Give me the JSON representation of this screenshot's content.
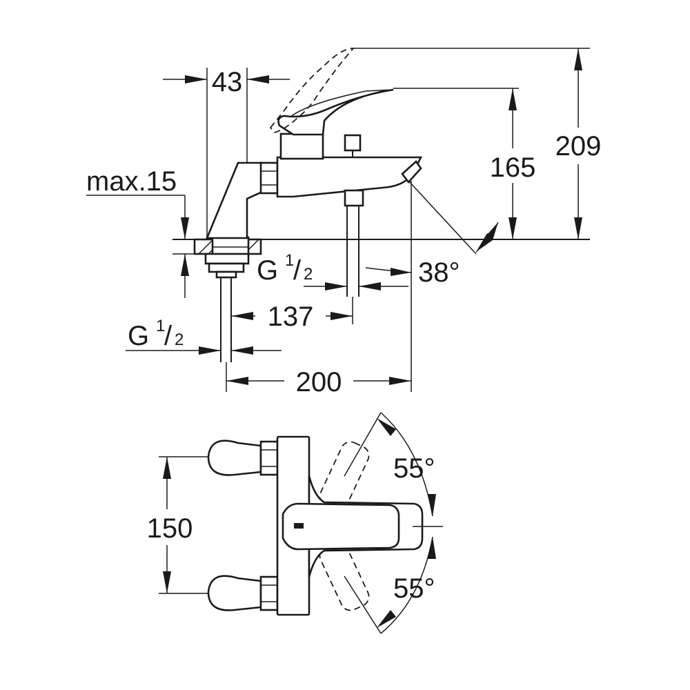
{
  "colors": {
    "ink": "#1a1a1a",
    "background": "#ffffff"
  },
  "side_view": {
    "dim_43": "43",
    "dim_max15": "max.15",
    "dim_165": "165",
    "dim_209": "209",
    "thread_upper": {
      "main": "G",
      "num": "1",
      "slash": "/",
      "den": "2"
    },
    "thread_lower": {
      "main": "G",
      "num": "1",
      "slash": "/",
      "den": "2"
    },
    "dim_137": "137",
    "dim_200": "200",
    "angle_38": "38°"
  },
  "top_view": {
    "dim_150": "150",
    "angle_upper": "55°",
    "angle_lower": "55°"
  }
}
